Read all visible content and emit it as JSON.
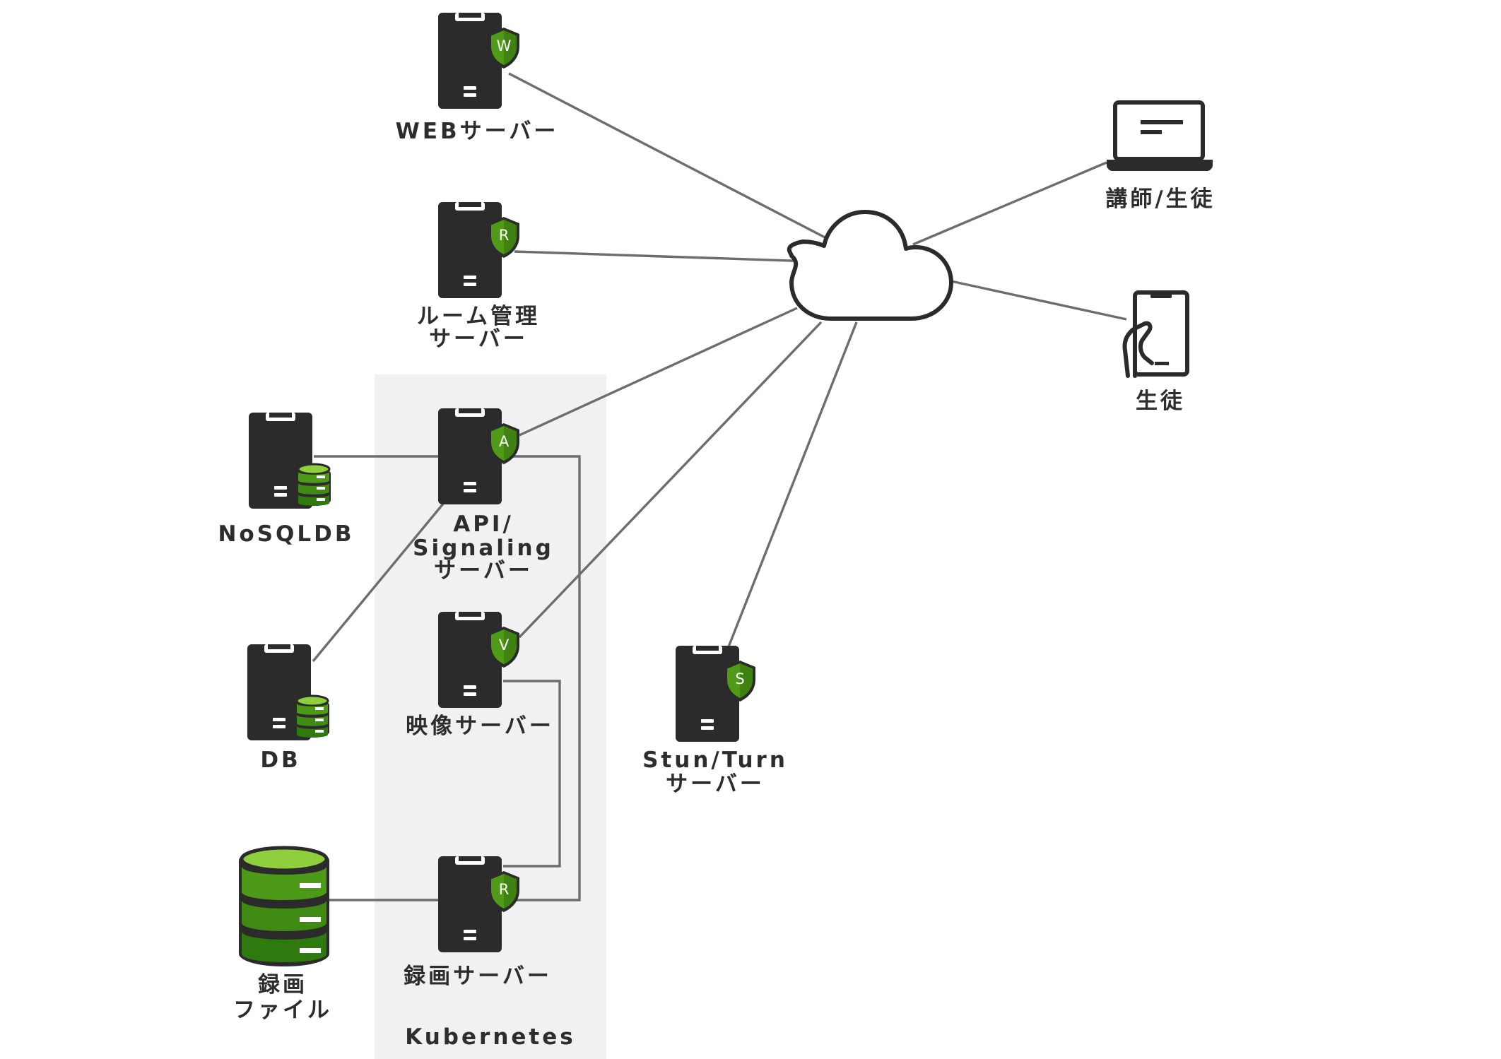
{
  "cluster": {
    "label": "Kubernetes",
    "fill": "#f1f1f3"
  },
  "colors": {
    "server": "#2b2b2b",
    "shield": "#4f9a16",
    "shield_dark": "#2f6b0c",
    "db_green": "#4c9a17",
    "line": "#6d6d6d"
  },
  "nodes": {
    "web": {
      "icon": "server-icon",
      "badge": "W",
      "label": [
        "WEBサーバー"
      ]
    },
    "room": {
      "icon": "server-icon",
      "badge": "R",
      "label": [
        "ルーム管理",
        "サーバー"
      ]
    },
    "api": {
      "icon": "server-icon",
      "badge": "A",
      "label": [
        "API/",
        "Signaling",
        "サーバー"
      ]
    },
    "video": {
      "icon": "server-icon",
      "badge": "V",
      "label": [
        "映像サーバー"
      ]
    },
    "recorder": {
      "icon": "server-icon",
      "badge": "R",
      "label": [
        "録画サーバー"
      ]
    },
    "stun": {
      "icon": "server-icon",
      "badge": "S",
      "label": [
        "Stun/Turn",
        "サーバー"
      ]
    },
    "nosql": {
      "icon": "database-server-icon",
      "label": [
        "NoSQLDB"
      ]
    },
    "db": {
      "icon": "database-server-icon",
      "label": [
        "DB"
      ]
    },
    "rec_files": {
      "icon": "storage-icon",
      "label": [
        "録画",
        "ファイル"
      ]
    },
    "cloud": {
      "icon": "cloud-icon"
    },
    "teacher": {
      "icon": "laptop-icon",
      "label": [
        "講師/生徒"
      ]
    },
    "student": {
      "icon": "smartphone-icon",
      "label": [
        "生徒"
      ]
    }
  },
  "edges": [
    [
      "web",
      "cloud"
    ],
    [
      "room",
      "cloud"
    ],
    [
      "api",
      "cloud"
    ],
    [
      "video",
      "cloud"
    ],
    [
      "stun",
      "cloud"
    ],
    [
      "cloud",
      "teacher"
    ],
    [
      "cloud",
      "student"
    ],
    [
      "nosql",
      "api"
    ],
    [
      "db",
      "api"
    ],
    [
      "api",
      "recorder"
    ],
    [
      "video",
      "recorder"
    ],
    [
      "rec_files",
      "recorder"
    ]
  ]
}
